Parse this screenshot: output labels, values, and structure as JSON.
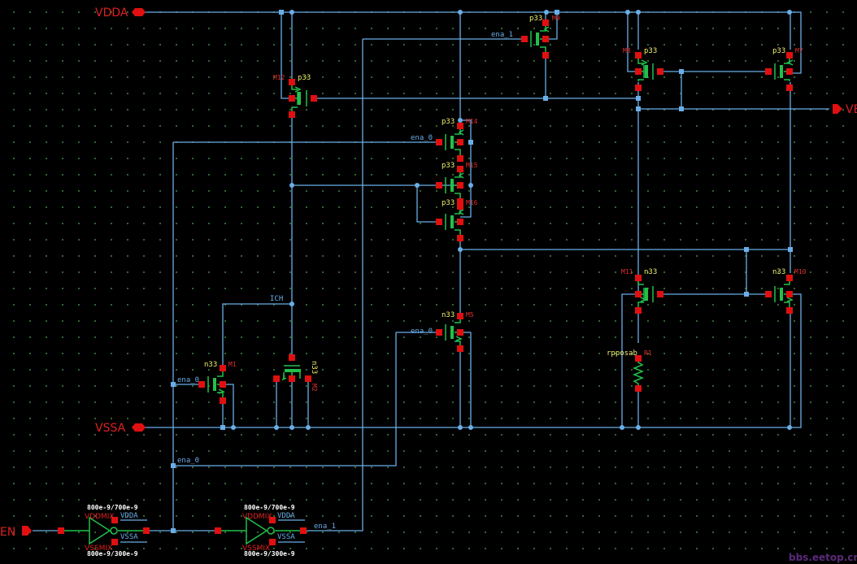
{
  "app": {
    "view": "schematic-editor"
  },
  "pins": {
    "vdda": "VDDA",
    "vssa": "VSSA",
    "vb": "VB",
    "en": "EN"
  },
  "nets": {
    "ena_1_top": "ena_1",
    "ena_0_m14": "ena_0",
    "ich": "ICH",
    "ena_0_m1": "ena_0",
    "ena_0_m5": "ena_0",
    "ena_0_bus": "ena_0",
    "ena_1_out": "ena_1"
  },
  "devices": [
    {
      "id": "M12",
      "model": "p33"
    },
    {
      "id": "M9",
      "model": "p33"
    },
    {
      "id": "M8",
      "model": "p33"
    },
    {
      "id": "M7",
      "model": "p33"
    },
    {
      "id": "M14",
      "model": "p33"
    },
    {
      "id": "M15",
      "model": "p33"
    },
    {
      "id": "M16",
      "model": "p33"
    },
    {
      "id": "M11",
      "model": "n33"
    },
    {
      "id": "M10",
      "model": "n33"
    },
    {
      "id": "M5",
      "model": "n33"
    },
    {
      "id": "M1",
      "model": "n33"
    },
    {
      "id": "M2",
      "model": "n33"
    },
    {
      "id": "R1",
      "model": "rpposab"
    }
  ],
  "inverters": [
    {
      "top_size": "800e-9/700e-9",
      "bottom_size": "800e-9/300e-9",
      "vdd_label": "VDDMIX",
      "vss_label": "VSSMIX",
      "vdd_net": "VDDA",
      "vss_net": "VSSA"
    },
    {
      "top_size": "800e-9/700e-9",
      "bottom_size": "800e-9/300e-9",
      "vdd_label": "VDDMIX",
      "vss_label": "VSSMIX",
      "vdd_net": "VDDA",
      "vss_net": "VSSA"
    }
  ],
  "watermark": "bbs.eetop.cn"
}
